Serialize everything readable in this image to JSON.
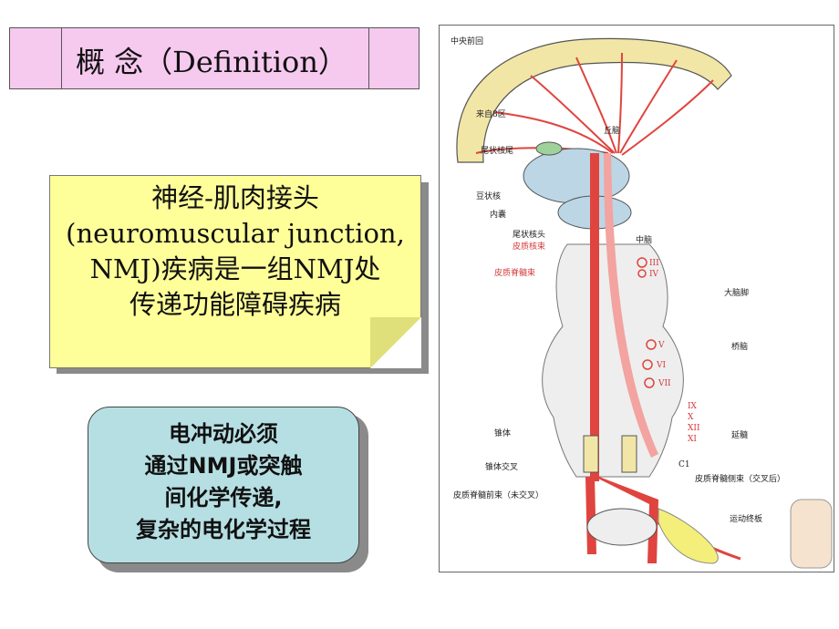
{
  "title": {
    "text": "概  念（Definition）"
  },
  "definition": {
    "lines": [
      "神经-肌肉接头",
      "(neuromuscular junction,",
      "NMJ)疾病是一组NMJ处",
      "传递功能障碍疾病"
    ]
  },
  "note": {
    "lines": [
      "电冲动必须",
      "通过NMJ或突触",
      "间化学传递,",
      "复杂的电化学过程"
    ]
  },
  "figure": {
    "labels": {
      "precentral": "中央前回",
      "from_area8": "来自8区",
      "caudate_tail": "尾状核尾",
      "thalamus": "丘脑",
      "lentiform": "豆状核",
      "internal_capsule": "内囊",
      "caudate_head": "尾状核头",
      "corticobulbar": "皮质核束",
      "corticospinal": "皮质脊髓束",
      "midbrain": "中脑",
      "cerebral_peduncle": "大脑脚",
      "pons": "桥脑",
      "pyramid": "锥体",
      "pyramidal_decussation": "锥体交叉",
      "medulla": "延髓",
      "c1": "C1",
      "lateral_tract": "皮质脊髓侧束（交叉后）",
      "anterior_tract": "皮质脊髓前束（未交叉）",
      "motor_endplate": "运动终板",
      "nuclei": [
        "III",
        "IV",
        "V",
        "VI",
        "VII",
        "IX",
        "X",
        "XII",
        "XI"
      ]
    },
    "colors": {
      "tract": "#e0443e",
      "cortex": "#f2e6a6",
      "thalamus": "#bcd6e6"
    }
  }
}
